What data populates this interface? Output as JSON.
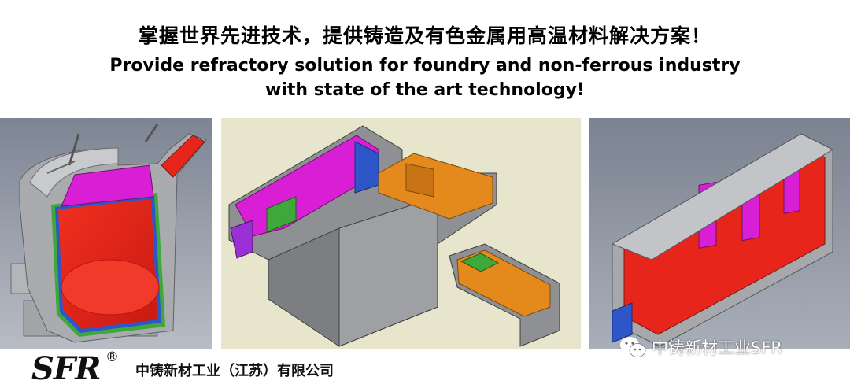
{
  "headline": {
    "cn": "掌握世界先进技术，提供铸造及有色金属用高温材料解决方案！",
    "en_line1": "Provide refractory solution for foundry and non-ferrous industry",
    "en_line2": "with state of the art technology!"
  },
  "footer": {
    "logo_text": "SFR",
    "registered_mark": "®",
    "company_name": "中铸新材工业（江苏）有限公司"
  },
  "watermark": {
    "icon": "wechat-icon",
    "text": "中铸新材工业SFR"
  },
  "colors": {
    "refractory_red": "#e8251a",
    "magenta": "#d81fd6",
    "orange": "#e48a1c",
    "green": "#3fa83a",
    "blue": "#2f56c9",
    "steel_grey": "#a7a9ac"
  }
}
